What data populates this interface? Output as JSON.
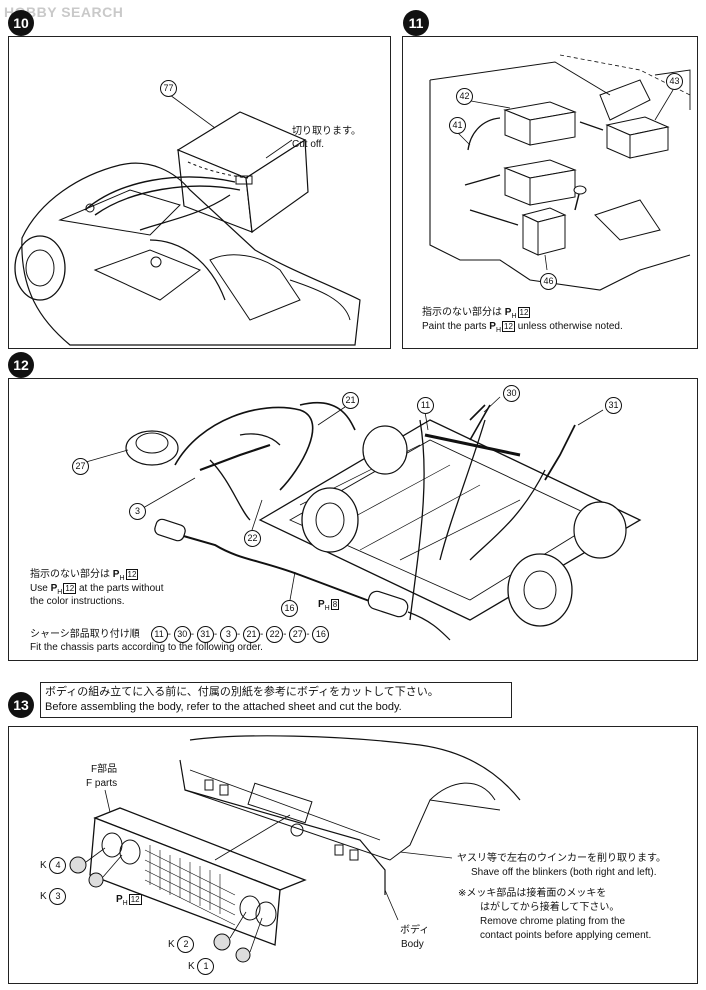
{
  "watermark": "HOBBY SEARCH",
  "step10": {
    "number": "10",
    "part": "77",
    "cut_jp": "切り取ります。",
    "cut_en": "Cut off."
  },
  "step11": {
    "number": "11",
    "parts": [
      "42",
      "43",
      "41",
      "46"
    ],
    "note_jp": "指示のない部分は",
    "note_en_a": "Paint the parts",
    "note_en_b": "unless otherwise noted.",
    "color_code": "H",
    "color_num": "12"
  },
  "step12": {
    "number": "12",
    "parts": [
      "21",
      "11",
      "30",
      "31",
      "27",
      "3",
      "22",
      "16"
    ],
    "note_jp": "指示のない部分は",
    "note_en_a": "Use",
    "note_en_b": "at the parts without",
    "note_en_c": "the color instructions.",
    "color_code": "H",
    "color_num": "12",
    "muffler_color_num": "8",
    "order_jp": "シャーシ部品取り付け順",
    "order_sequence": [
      "11",
      "30",
      "31",
      "3",
      "21",
      "22",
      "27",
      "16"
    ],
    "order_en": "Fit the chassis parts according to the following order."
  },
  "step13": {
    "number": "13",
    "banner_jp": "ボディの組み立てに入る前に、付属の別紙を参考にボディをカットして下さい。",
    "banner_en": "Before assembling the body, refer to the attached sheet and cut the body.",
    "fparts_jp": "F部品",
    "fparts_en": "F parts",
    "lens_labels": [
      {
        "letter": "K",
        "num": "4"
      },
      {
        "letter": "K",
        "num": "3"
      },
      {
        "letter": "K",
        "num": "2"
      },
      {
        "letter": "K",
        "num": "1"
      }
    ],
    "grille_color_code": "H",
    "grille_color_num": "12",
    "blinker_jp": "ヤスリ等で左右のウインカーを削り取ります。",
    "blinker_en": "Shave off the blinkers (both right and left).",
    "chrome_jp1": "※メッキ部品は接着面のメッキを",
    "chrome_jp2": "はがしてから接着して下さい。",
    "chrome_en1": "Remove chrome plating from the",
    "chrome_en2": "contact points before applying cement.",
    "body_jp": "ボディ",
    "body_en": "Body"
  }
}
